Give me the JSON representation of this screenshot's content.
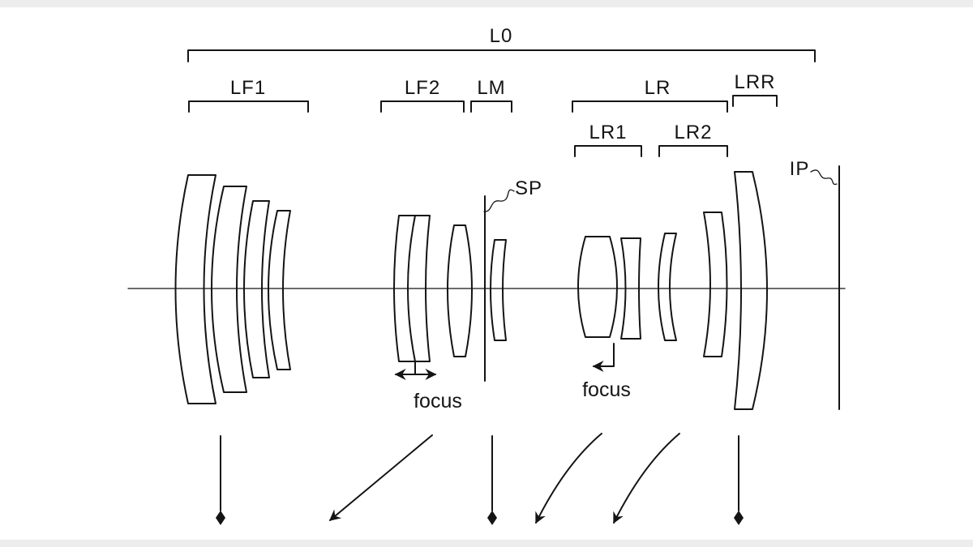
{
  "figure": {
    "description": "Patent-style zoom lens optical layout diagram",
    "colors": {
      "line": "#141414",
      "background": "#ffffff",
      "letterbox": "#ededed"
    },
    "labels": {
      "overall": "L0",
      "group_lf1": "LF1",
      "group_lf2": "LF2",
      "group_lm": "LM",
      "group_lr": "LR",
      "group_lrr": "LRR",
      "group_lr1": "LR1",
      "group_lr2": "LR2",
      "aperture_stop": "SP",
      "image_plane": "IP",
      "focus_front": "focus",
      "focus_rear": "focus"
    }
  }
}
